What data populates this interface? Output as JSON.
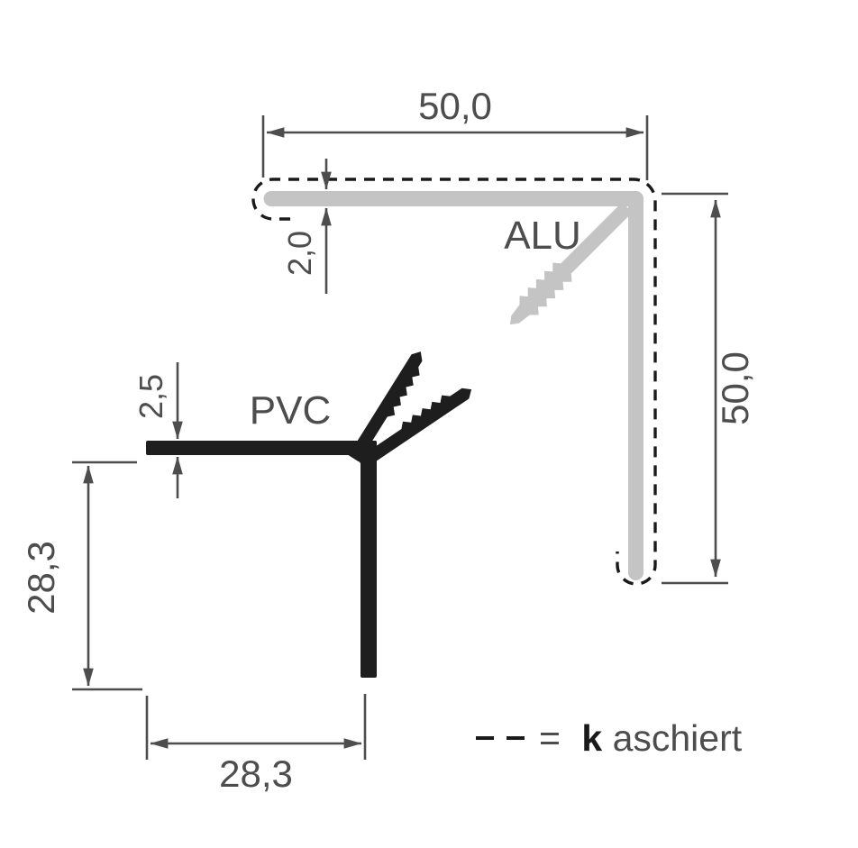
{
  "profiles": {
    "alu_label": "ALU",
    "pvc_label": "PVC"
  },
  "dimensions": {
    "top_width": "50,0",
    "right_height": "50,0",
    "alu_thickness": "2,0",
    "pvc_thickness": "2,5",
    "left_height": "28,3",
    "bottom_width": "28,3"
  },
  "legend": {
    "equals": "=",
    "bold_letter": "k",
    "suffix": "aschiert"
  },
  "colors": {
    "alu_fill": "#c4c4c4",
    "pvc_fill": "#1e1e1e",
    "dimension": "#4d4d4d",
    "dash_outline": "#1a1a1a",
    "background": "#ffffff"
  }
}
